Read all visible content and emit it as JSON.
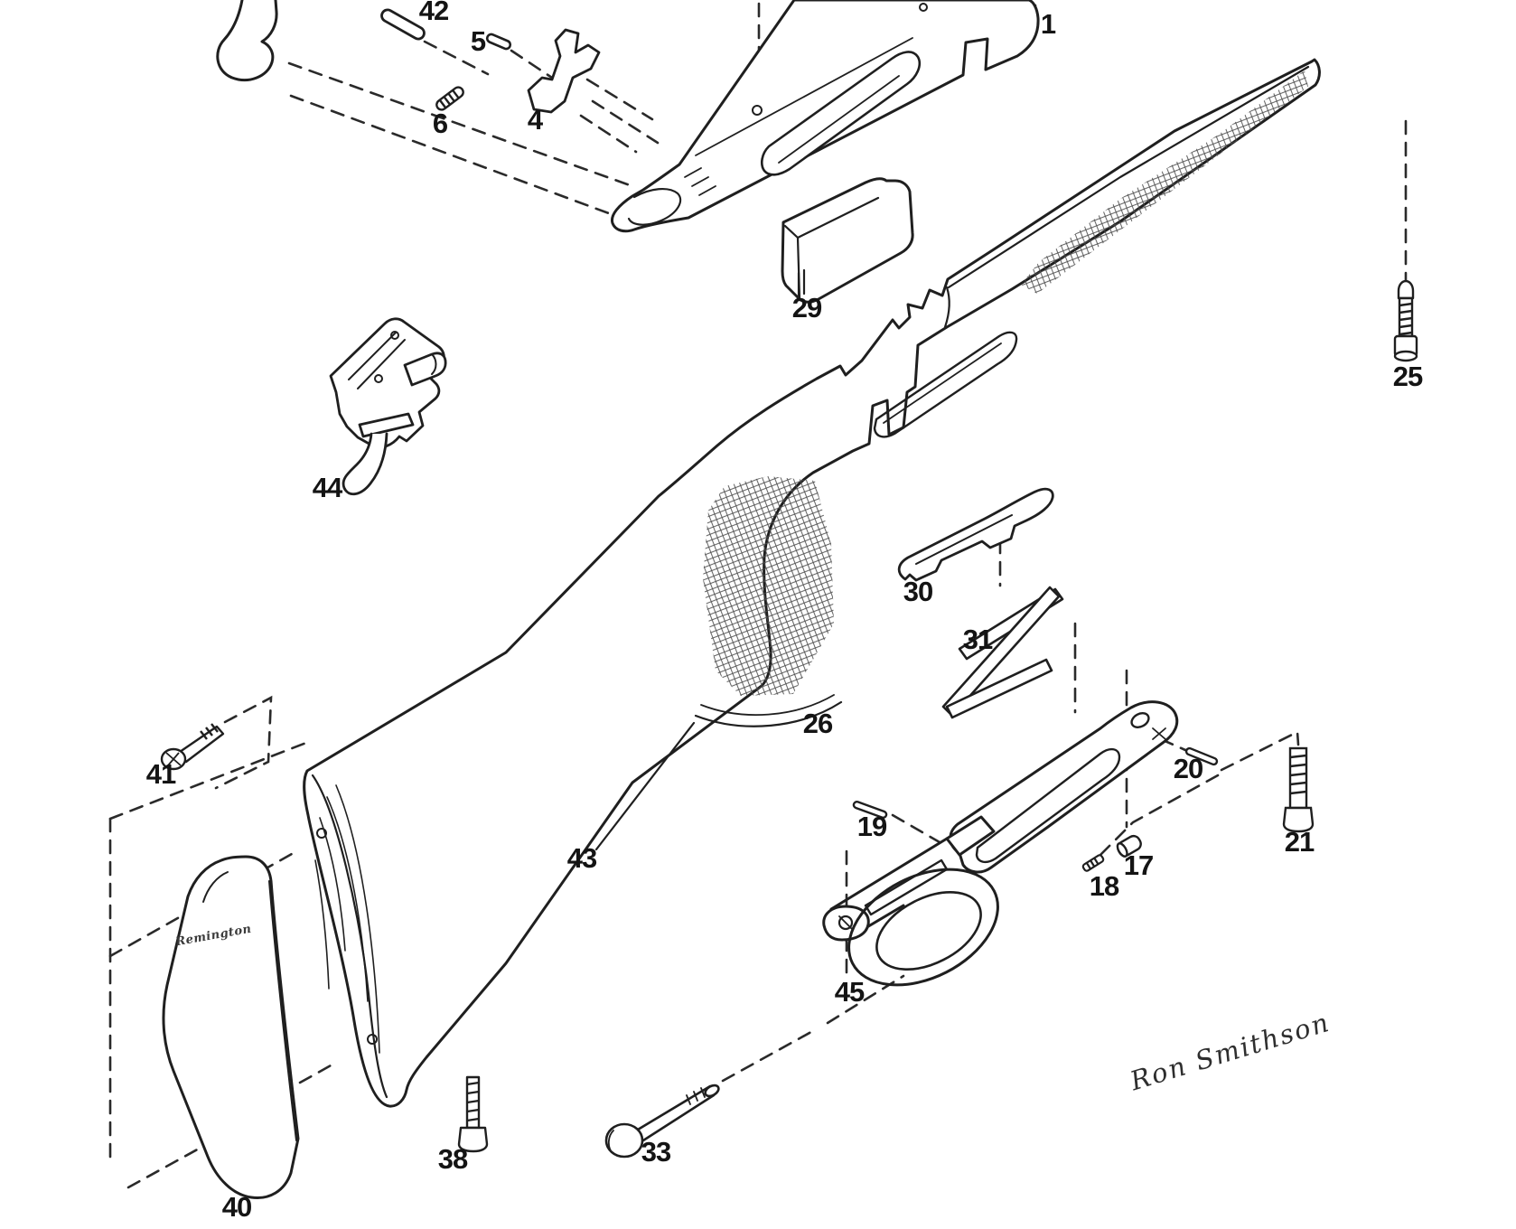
{
  "figure": {
    "background": "#ffffff",
    "ink": "#1f1f1f"
  },
  "annotations": {
    "signature": "Ron Smithson",
    "pad_brand": "Remington"
  },
  "parts": {
    "p1": "1",
    "p4": "4",
    "p5": "5",
    "p6": "6",
    "p17": "17",
    "p18": "18",
    "p19": "19",
    "p20": "20",
    "p21": "21",
    "p25": "25",
    "p26": "26",
    "p29": "29",
    "p30": "30",
    "p31": "31",
    "p33": "33",
    "p38": "38",
    "p40": "40",
    "p41": "41",
    "p42": "42",
    "p43": "43",
    "p44": "44",
    "p45": "45"
  }
}
